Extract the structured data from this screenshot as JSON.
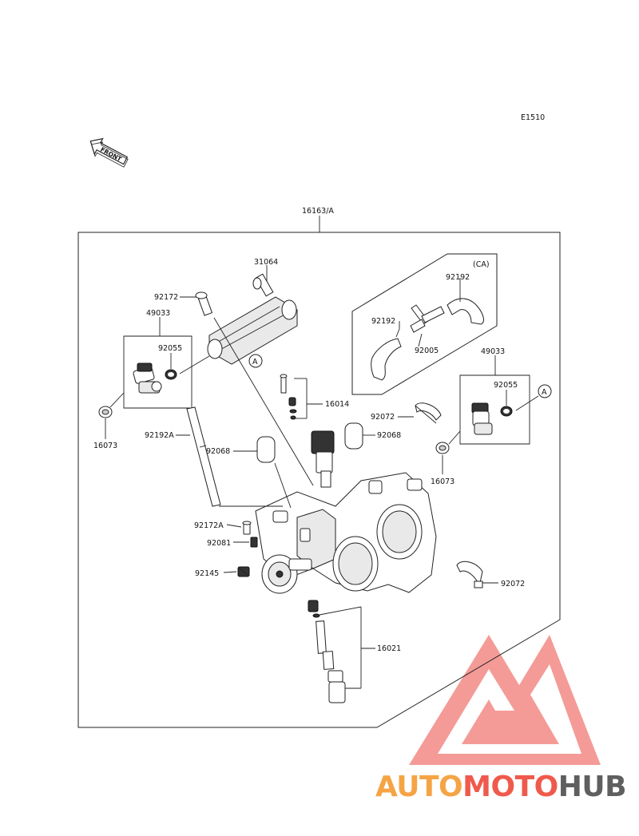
{
  "diagram_code": "E1510",
  "front_label": "FRONT",
  "assembly_label": "16163/A",
  "ca_label": "(CA)",
  "ref_a": "A",
  "parts": {
    "p31064": "31064",
    "p92172": "92172",
    "p49033_left": "49033",
    "p92055_left": "92055",
    "p16073_left": "16073",
    "p92192A": "92192A",
    "p92068_left": "92068",
    "p92068_right": "92068",
    "p16014": "16014",
    "p92072_top": "92072",
    "p92192_top": "92192",
    "p92192_left": "92192",
    "p92005": "92005",
    "p49033_right": "49033",
    "p92055_right": "92055",
    "p16073_right": "16073",
    "p92172A": "92172A",
    "p92081": "92081",
    "p92145": "92145",
    "p92072_bottom": "92072",
    "p16021": "16021"
  },
  "watermark": {
    "part1": "AUTO",
    "part2": "MOTO",
    "part3": "HUB",
    "colors": {
      "orange": "#f5a445",
      "red": "#ef5a4c",
      "gray": "#5f5f5f",
      "pink": "#f38a86"
    }
  }
}
